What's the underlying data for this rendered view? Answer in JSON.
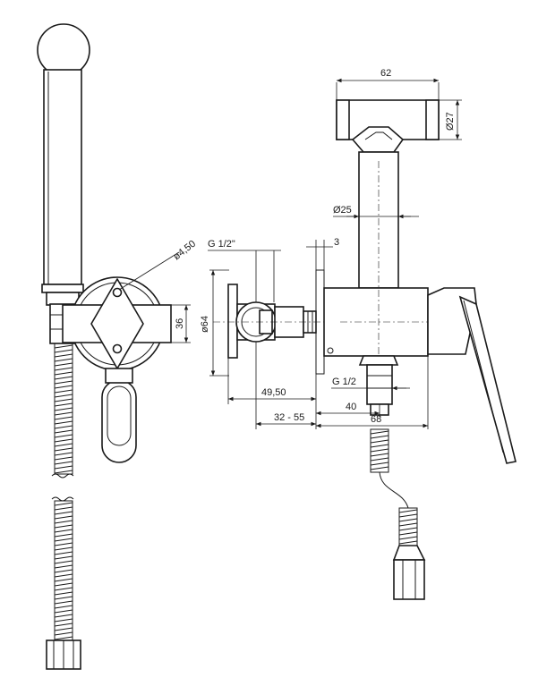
{
  "dimensions": {
    "top_width": "62",
    "top_diameter": "Ø27",
    "body_diameter": "Ø25",
    "inlet_thread": "G 1/2\"",
    "gap": "3",
    "flange_diameter": "ø64",
    "hole_diameter": "ø4,50",
    "plate_height": "36",
    "depth_1": "49,50",
    "depth_range": "32 - 55",
    "outlet_thread": "G 1/2",
    "offset_40": "40",
    "offset_68": "68"
  }
}
